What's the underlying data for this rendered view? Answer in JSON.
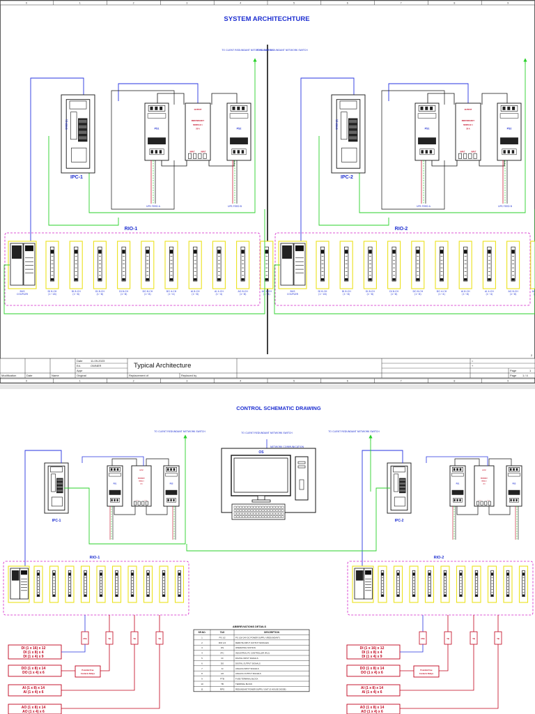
{
  "colors": {
    "blue_text": "#1e2fd1",
    "blue_wire": "#2633e0",
    "green_wire": "#2ad12a",
    "magenta_border": "#d21cc8",
    "yellow_module": "#ece21c",
    "red_text": "#c0001a"
  },
  "ruler_numbers": [
    "0",
    "1",
    "2",
    "3",
    "4",
    "5",
    "6",
    "7",
    "8",
    "9"
  ],
  "sheet1": {
    "title": "SYSTEM ARCHITECHTURE",
    "network_left": "TO CLIENT REDUNDANT NETWORK SWITCH",
    "network_right": "TO CLIENT REDUNDANT NETWORK SWITCH",
    "ipc1": "IPC-1",
    "ipc2": "IPC-2",
    "cpu1": "CX020 (1)",
    "cpu2": "CX020 (2)",
    "ps1": "PS1",
    "ps2": "PS2",
    "redundancy": "REDUNDANCY MODULE 1 20 A",
    "output": "OUTPUT",
    "input": "INPUT",
    "ups_a": "UPS FEED A",
    "ups_b": "UPS FEED B",
    "rio1": "RIO-1",
    "rio2": "RIO-2",
    "bus_coupler": "BUS COUPLER",
    "io_labels": [
      "DI 8-CH (1~16)",
      "DI 8-CH (1~8)",
      "DI 8-CH (1~8)",
      "DI 8-CH (1~8)",
      "DO 8-CH (1~8)",
      "DO 4-CH (1~4)",
      "AI 8-CH (1~8)",
      "AI 4-CH (1~4)",
      "AO 8-CH (1~8)",
      "AO 4-CH (1~4)"
    ],
    "page_marker": "2",
    "title_block": {
      "main_title": "Typical Architecture",
      "date_label": "Date",
      "date_value": "11-09-2023",
      "ed_label": "Ed.",
      "ed_value": "OWNER",
      "appr_label": "Appr",
      "modification": "Modification",
      "date": "Date",
      "name": "Name",
      "original": "Original",
      "replacement": "Replacement of",
      "replaced_by": "Replaced by",
      "page_label": "Page",
      "page_value": "1",
      "page_label2": "Page",
      "page_count": "1 / 4",
      "plus": "+",
      "equals": "="
    }
  },
  "sheet2": {
    "title": "CONTROL SCHEMATIC DRAWING",
    "net_left": "TO CLIENT REDUNDANT NETWORK SWITCH",
    "net_mid": "TO CLIENT REDUNDANT NETWORK SWITCH",
    "net_right": "TO CLIENT REDUNDANT NETWORK SWITCH",
    "os_label": "OS",
    "net_os": "NETWORK COMMUNICATION",
    "ipc1": "IPC-1",
    "ipc2": "IPC-2",
    "rio1": "RIO-1",
    "rio2": "RIO-2",
    "ps1": "PS1",
    "ps2": "PS2",
    "abbr_title": "ABBREVIATIONS DETAILS",
    "abbr_headers": [
      "SR.NO.",
      "TAG",
      "DESCRIPTION"
    ],
    "abbr_rows": [
      [
        "1",
        "PS 1/2",
        "PS 1/2A 24V DC POWER SUPPLY (REDUNDANT)"
      ],
      [
        "2",
        "RIO 1/2",
        "REMOTE INPUT OUTPUT MODULES"
      ],
      [
        "3",
        "OS",
        "OPERATING STATION"
      ],
      [
        "4",
        "IPC",
        "INDUSTRIAL PC CONTROLLER (PLC)"
      ],
      [
        "5",
        "DI",
        "DIGITAL INPUT SIGNALS"
      ],
      [
        "6",
        "DO",
        "DIGITAL OUTPUT SIGNALS"
      ],
      [
        "7",
        "AI",
        "ANALOG INPUT SIGNALS"
      ],
      [
        "8",
        "AO",
        "ANALOG OUTPUT SIGNALS"
      ],
      [
        "9",
        "FTB",
        "FUSE TERMINAL BLOCK"
      ],
      [
        "10",
        "TB",
        "TERMINAL BLOCK"
      ],
      [
        "11",
        "RPS",
        "REDUNDANT POWER SUPPLY UNIT (S HOUSE DIODE)"
      ]
    ],
    "ftb_left": [
      "FTB",
      "TB",
      "TB",
      "TB"
    ],
    "ftb_right": [
      "FTB",
      "TB",
      "TB",
      "TB"
    ],
    "signals_left": {
      "di": [
        "DI (1 x 16) x 12",
        "DI (1 x 8) x 4",
        "DI (1 x 4) x 9"
      ],
      "do": [
        "DO (1 x 8) x 14",
        "DO (1 x 4) x 6"
      ],
      "ai": [
        "AI (1 x 8) x 14",
        "AI (1 x 4) x 6"
      ],
      "ao": [
        "AO (1 x 8) x 14",
        "AO (1 x 4) x 6"
      ]
    },
    "signals_right": {
      "di": [
        "DI (1 x 16) x 12",
        "DI (1 x 8) x 4",
        "DI (1 x 4) x 9"
      ],
      "do": [
        "DO (1 x 8) x 14",
        "DO (1 x 4) x 6"
      ],
      "ai": [
        "AI (1 x 8) x 14",
        "AI (1 x 4) x 6"
      ],
      "ao": [
        "AO (1 x 8) x 14",
        "AO (1 x 4) x 6"
      ]
    },
    "relay_left": "Potential Free Contacts Relays",
    "relay_right": "Potential Free Contacts Relays"
  }
}
